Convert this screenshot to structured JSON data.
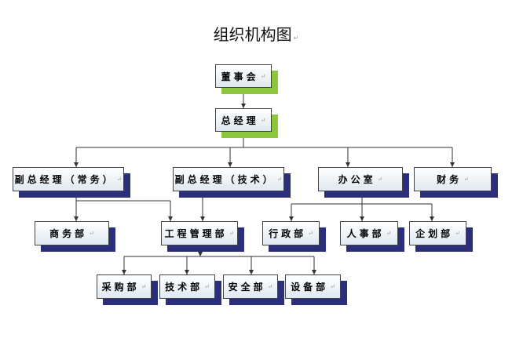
{
  "title": "组织机构图",
  "paragraph_mark": "↵",
  "nodes": {
    "board": "董事会",
    "gm": "总经理",
    "vp_exec": "副总经理（常务）",
    "vp_tech": "副总经理（技术）",
    "office": "办公室",
    "finance": "财务",
    "commerce": "商务部",
    "engineering": "工程管理部",
    "admin": "行政部",
    "hr": "人事部",
    "planning": "企划部",
    "procurement": "采购部",
    "technology": "技术部",
    "safety": "安全部",
    "equipment": "设备部"
  },
  "colors": {
    "top_shadow": "#8cc63f",
    "shadow": "#2b2e7a",
    "box_fill": "#dfe9f1",
    "connector": "#333333"
  }
}
